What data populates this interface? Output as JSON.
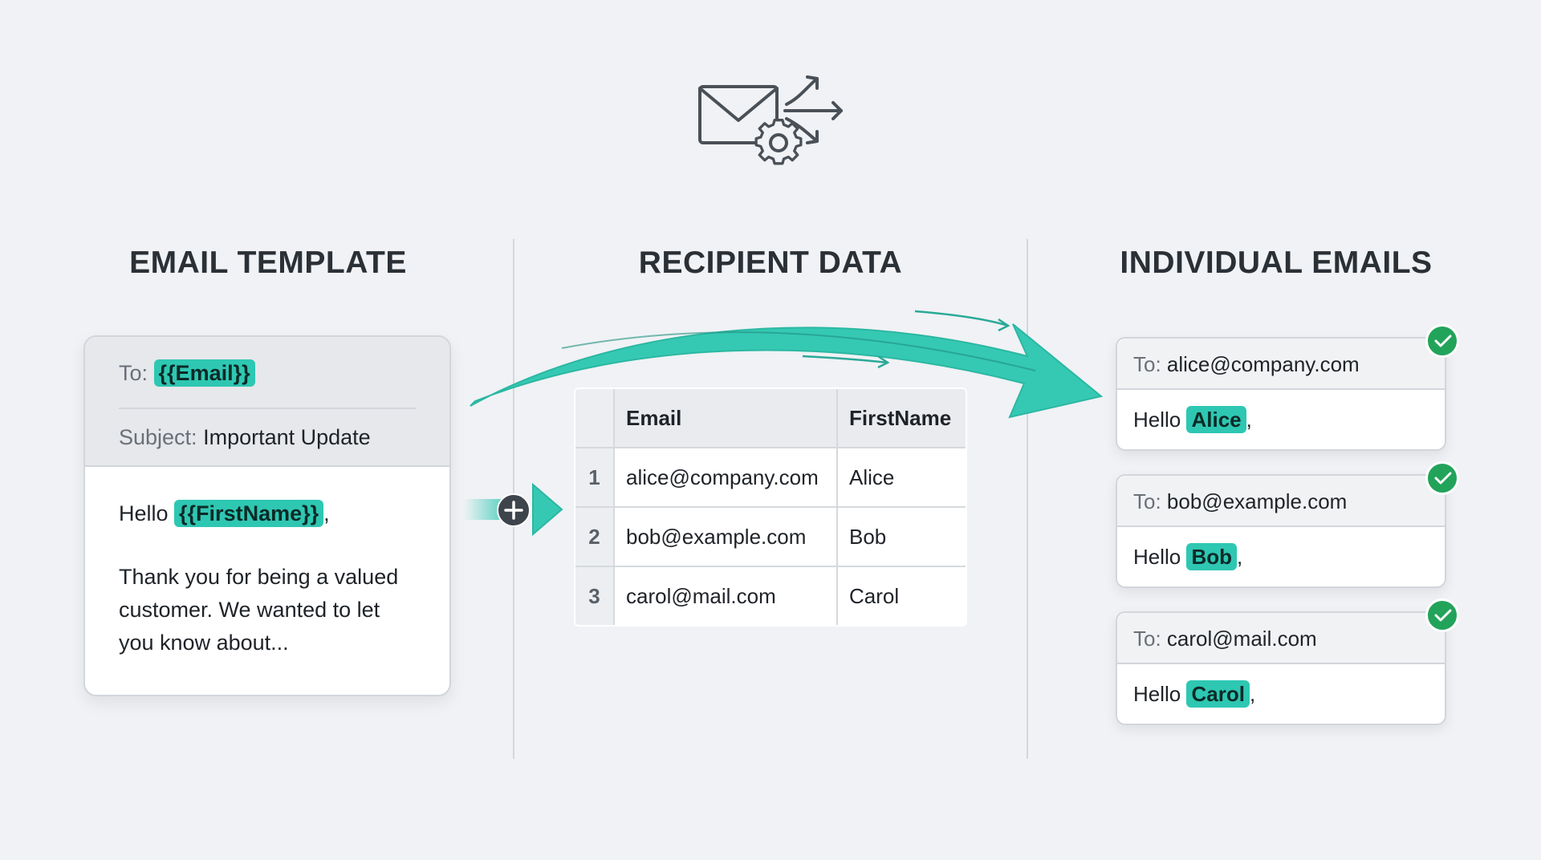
{
  "sections": {
    "template_title": "EMAIL TEMPLATE",
    "data_title": "RECIPIENT DATA",
    "output_title": "INDIVIDUAL EMAILS"
  },
  "template": {
    "to_label": "To:",
    "to_token": "{{Email}}",
    "subject_label": "Subject:",
    "subject_value": "Important Update",
    "greeting": "Hello",
    "greeting_token": "{{FirstName}}",
    "comma": ",",
    "body_line1": "Thank you for being a valued",
    "body_line2": "customer. We wanted to let",
    "body_line3": "you know about..."
  },
  "table": {
    "headers": [
      "Email",
      "FirstName"
    ],
    "rows": [
      {
        "index": "1",
        "email": "alice@company.com",
        "first_name": "Alice"
      },
      {
        "index": "2",
        "email": "bob@example.com",
        "first_name": "Bob"
      },
      {
        "index": "3",
        "email": "carol@mail.com",
        "first_name": "Carol"
      }
    ]
  },
  "emails": [
    {
      "to_label": "To:",
      "to": "alice@company.com",
      "greeting": "Hello",
      "name": "Alice",
      "comma": ","
    },
    {
      "to_label": "To:",
      "to": "bob@example.com",
      "greeting": "Hello",
      "name": "Bob",
      "comma": ","
    },
    {
      "to_label": "To:",
      "to": "carol@mail.com",
      "greeting": "Hello",
      "name": "Carol",
      "comma": ","
    }
  ],
  "icons": {
    "hero": "email-gear-send-icon",
    "merge": "plus-icon",
    "status": "check-icon"
  },
  "colors": {
    "accent": "#2ec7b2",
    "success": "#22a35a",
    "background": "#f0f2f5"
  }
}
